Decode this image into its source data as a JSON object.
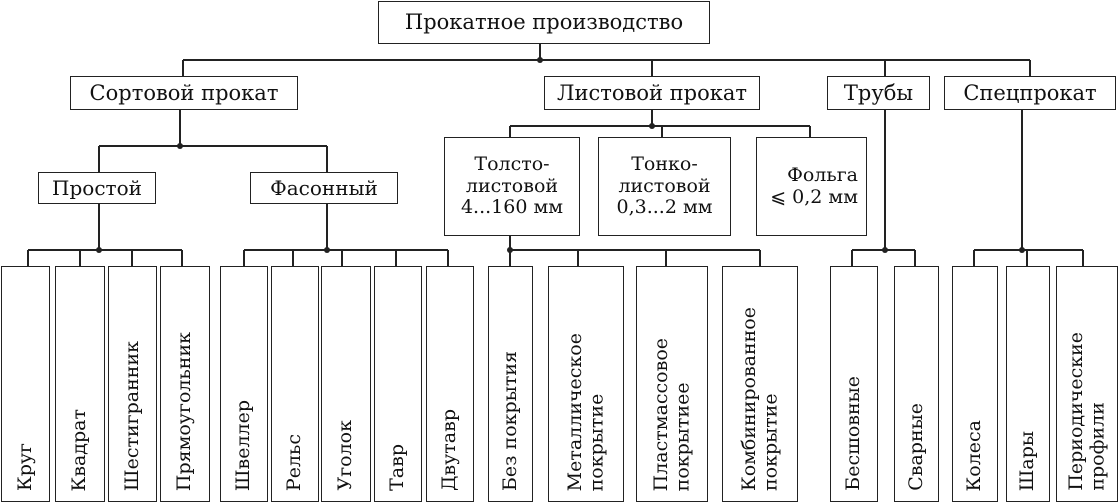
{
  "root": {
    "label": "Прокатное производство"
  },
  "categories": {
    "sortovoy": {
      "label": "Сортовой прокат"
    },
    "listovoy": {
      "label": "Листовой прокат"
    },
    "truby": {
      "label": "Трубы"
    },
    "specprokat": {
      "label": "Спецпрокат"
    }
  },
  "subcategories": {
    "prostoy": {
      "label": "Простой"
    },
    "fasonny": {
      "label": "Фасонный"
    },
    "tolstolistovoy": {
      "label": "Толсто-\nлистовой\n4...160 мм"
    },
    "tonkolistovoy": {
      "label": "Тонко-\nлистовой\n0,3...2 мм"
    },
    "folga": {
      "label": "Фольга\n⩽ 0,2 мм"
    }
  },
  "leaves": {
    "prostoy": [
      "Круг",
      "Квадрат",
      "Шестигранник",
      "Прямоугольник"
    ],
    "fasonny": [
      "Швеллер",
      "Рельс",
      "Уголок",
      "Тавр",
      "Двутавр"
    ],
    "list": [
      "Без  покрытия",
      "Металлическое\nпокрытие",
      "Пластмассовое\nпокрытиее",
      "Комбинированное\nпокрытие"
    ],
    "truby": [
      "Бесшовные",
      "Сварные"
    ],
    "spec": [
      "Колеса",
      "Шары",
      "Периодические\nпрофили"
    ]
  }
}
